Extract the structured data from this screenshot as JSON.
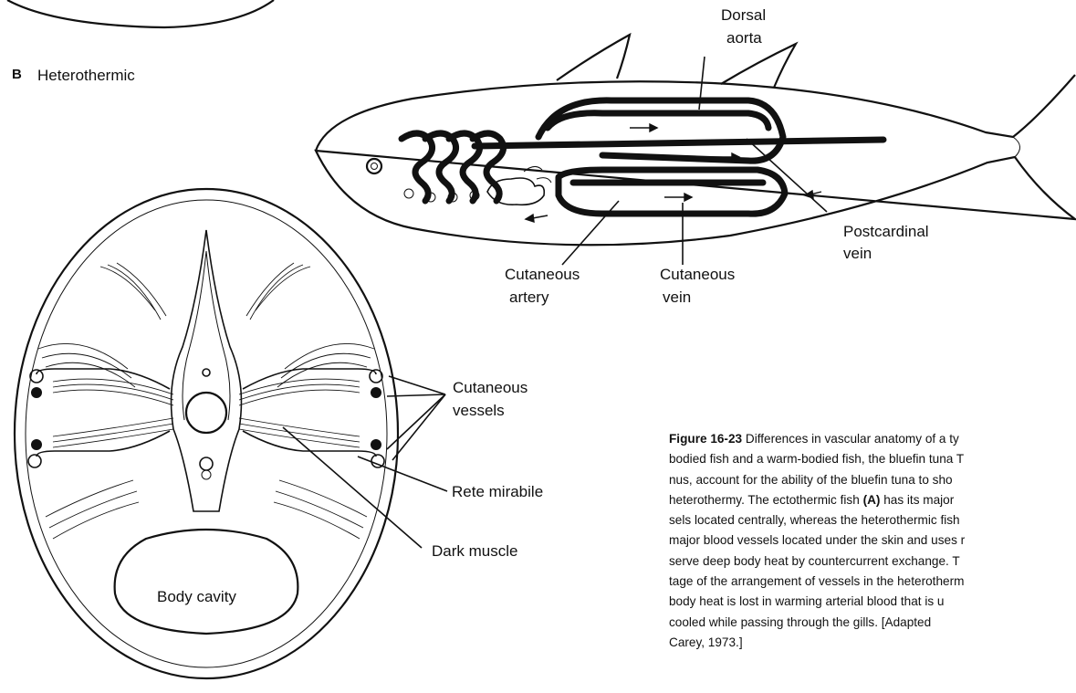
{
  "panel": {
    "letter": "B",
    "title": "Heterothermic"
  },
  "fish_labels": {
    "dorsal_aorta_1": "Dorsal",
    "dorsal_aorta_2": "aorta",
    "postcardinal_1": "Postcardinal",
    "postcardinal_2": "vein",
    "cut_artery_1": "Cutaneous",
    "cut_artery_2": "artery",
    "cut_vein_1": "Cutaneous",
    "cut_vein_2": "vein"
  },
  "section_labels": {
    "cut_vessels_1": "Cutaneous",
    "cut_vessels_2": "vessels",
    "rete": "Rete mirabile",
    "dark_muscle": "Dark muscle",
    "body_cavity": "Body cavity"
  },
  "caption": {
    "figure_number": "Figure 16-23",
    "lines": [
      " Differences in vascular anatomy of a ty",
      "bodied fish and a warm-bodied fish, the bluefin tuna T",
      "nus, account for the ability of the bluefin tuna to sho",
      "heterothermy. The ectothermic fish ",
      "sels located centrally, whereas the heterothermic fish",
      "major blood vessels located under the skin and uses r",
      "serve deep body heat by countercurrent exchange. T",
      "tage of the arrangement of vessels in the heterotherm",
      "body heat is lost in warming arterial blood that is u",
      "cooled while passing through the gills. [Adapted",
      "Carey, 1973.]"
    ],
    "line4_bold": "(A)",
    "line4_rest": " has its major"
  }
}
